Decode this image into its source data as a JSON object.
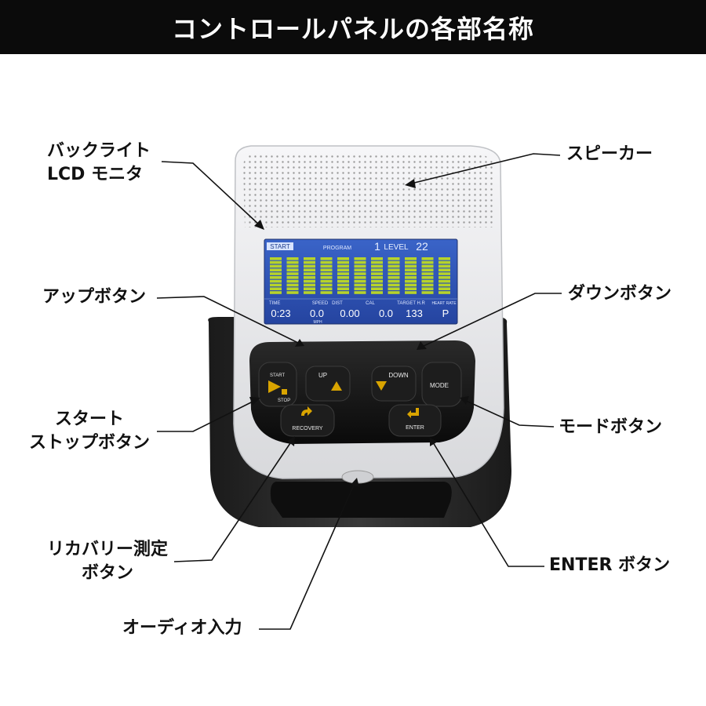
{
  "header": {
    "title": "コントロールパネルの各部名称"
  },
  "callouts": {
    "backlight_lcd_line1": "バックライト",
    "backlight_lcd_line2": "LCD モニタ",
    "speaker": "スピーカー",
    "up_button": "アップボタン",
    "down_button": "ダウンボタン",
    "start_stop_line1": "スタート",
    "start_stop_line2": "ストップボタン",
    "mode_button": "モードボタン",
    "recovery_line1": "リカバリー測定",
    "recovery_line2": "ボタン",
    "enter_button": "ENTER ボタン",
    "audio_input": "オーディオ入力"
  },
  "lcd": {
    "start_tag": "START",
    "program_label": "PROGRAM",
    "program_value": "1",
    "level_label": "LEVEL",
    "level_value": "22",
    "fields": {
      "time_label": "TIME",
      "time_value": "0:23",
      "speed_label": "SPEED",
      "speed_value": "0.0",
      "speed_unit": "MPH",
      "dist_label": "DIST",
      "dist_value": "0.00",
      "cal_label": "CAL",
      "cal_value": "0.0",
      "target_label": "TARGET H.R",
      "target_value": "133",
      "heart_label": "HEART RATE",
      "heart_value": "P"
    },
    "bar_levels": [
      10,
      10,
      10,
      10,
      10,
      10,
      10,
      10,
      10,
      10,
      10
    ]
  },
  "buttons": {
    "start_top": "START",
    "start_bottom": "STOP",
    "up": "UP",
    "down": "DOWN",
    "mode": "MODE",
    "recovery": "RECOVERY",
    "enter": "ENTER"
  },
  "colors": {
    "header_bg": "#0b0b0b",
    "lcd_bg": "#2a4fb0",
    "lcd_bar": "#b7d32a",
    "button_accent": "#d9a400",
    "keypad": "#111111",
    "bezel": "#2a2a2a",
    "console_body": "#e6e7ea"
  }
}
